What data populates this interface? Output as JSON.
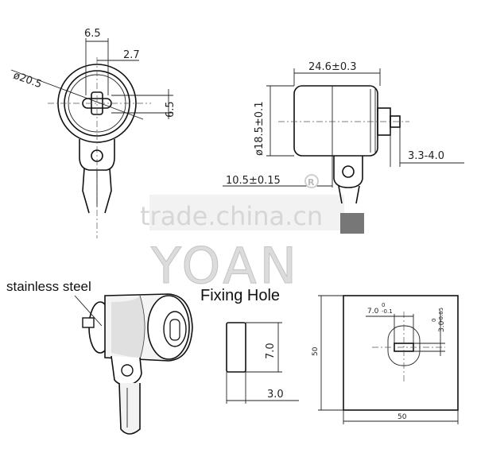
{
  "views": {
    "front": {
      "dim_width_top": "6.5",
      "dim_offset": "2.7",
      "dim_diameter": "ø20.5",
      "dim_height_right": "6.5"
    },
    "side": {
      "dim_length": "24.6±0.3",
      "dim_diameter": "ø18.5±0.1",
      "dim_shaft": "3.3-4.0",
      "dim_base": "10.5±0.15"
    },
    "perspective": {
      "material_label": "stainless steel"
    },
    "fixing_hole": {
      "title": "Fixing Hole",
      "dim_height": "7.0",
      "dim_width": "3.0"
    },
    "plate": {
      "dim_slot_width": "7.0",
      "dim_slot_width_tol_upper": "0",
      "dim_slot_width_tol_lower": "-0.1",
      "dim_slot_height": "3.0",
      "dim_slot_height_tol_upper": "0",
      "dim_slot_height_tol_lower": "-0.05",
      "dim_plate_height": "50",
      "dim_plate_width": "50"
    }
  },
  "watermark": {
    "site": "trade.china.cn",
    "brand": "YOAN"
  },
  "registered_mark": "R"
}
